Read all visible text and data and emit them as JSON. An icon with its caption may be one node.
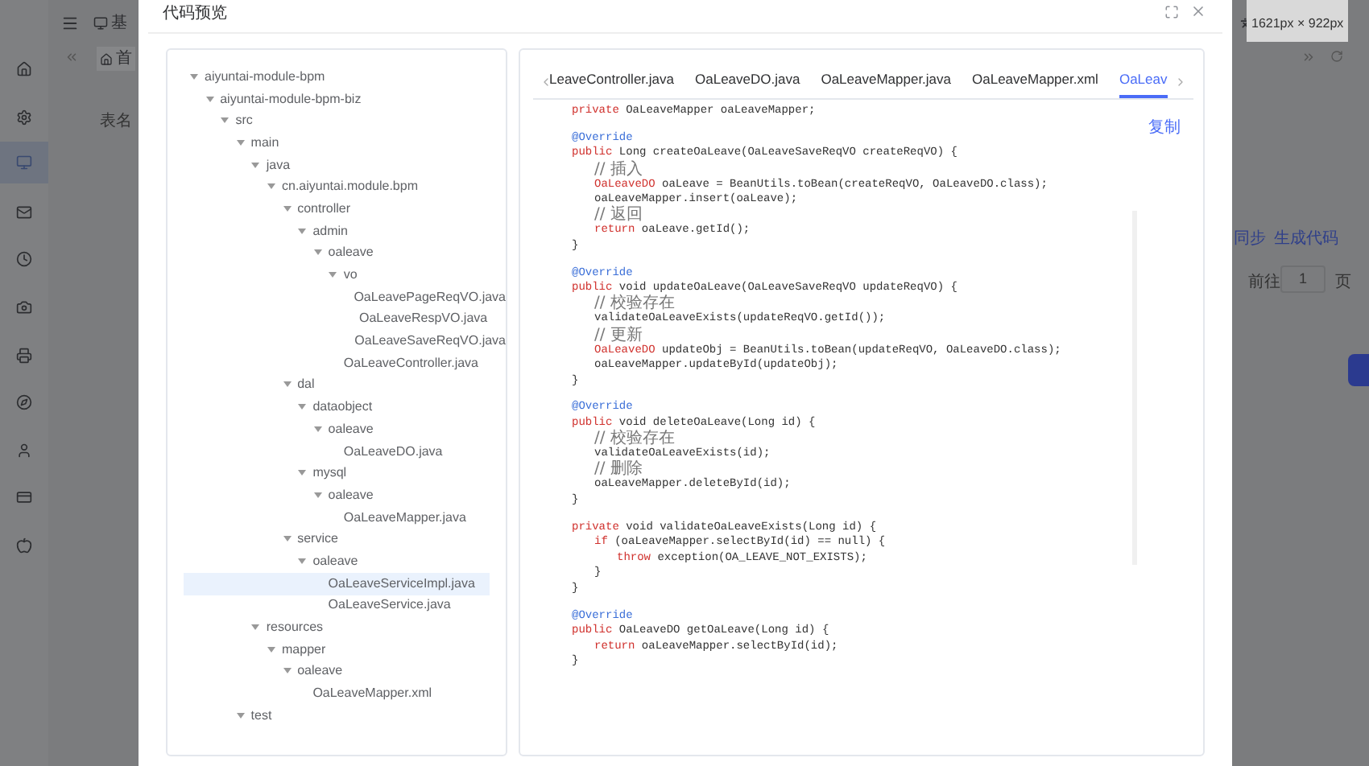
{
  "diagram": {
    "nodes": [
      {
        "text": [
          "代码预览"
        ]
      },
      {
        "text": [],
        "shape": "box",
        "in": 0
      },
      {
        "text": [],
        "shape": "box",
        "in": 0
      }
    ],
    "labels": [
      "基",
      "1621px × 922px",
      "首",
      "表名",
      "同步",
      "生成代码",
      "前往",
      "1",
      "页",
      "aiyuntai-module-bpm",
      "aiyuntai-module-bpm-biz",
      "src",
      "main",
      "java",
      "cn.aiyuntai.module.bpm",
      "controller",
      "admin",
      "oaleave",
      "vo",
      "OaLeavePageReqVO.java",
      "OaLeaveRespVO.java",
      "OaLeaveSaveReqVO.java",
      "OaLeaveController.java",
      "dal",
      "dataobject",
      "oaleave",
      "OaLeaveDO.java",
      "mysql",
      "oaleave",
      "OaLeaveMapper.java",
      "service",
      "oaleave",
      "OaLeaveServiceImpl.java",
      "OaLeaveService.java",
      "resources",
      "mapper",
      "oaleave",
      "OaLeaveMapper.xml",
      "test",
      "LeaveController.java",
      "OaLeaveDO.java",
      "OaLeaveMapper.java",
      "OaLeaveMapper.xml",
      "OaLeav",
      "复制",
      "private OaLeaveMapper oaLeaveMapper;",
      "@Override",
      "public Long createOaLeave(OaLeaveSaveReqVO createReqVO) {",
      "// 插入",
      "OaLeaveDO oaLeave = BeanUtils.toBean(createReqVO, OaLeaveDO.class);",
      "oaLeaveMapper.insert(oaLeave);",
      "// 返回",
      "return oaLeave.getId();",
      "}",
      "@Override",
      "public void updateOaLeave(OaLeaveSaveReqVO updateReqVO) {",
      "// 校验存在",
      "validateOaLeaveExists(updateReqVO.getId());",
      "// 更新",
      "OaLeaveDO updateObj = BeanUtils.toBean(updateReqVO, OaLeaveDO.class);",
      "oaLeaveMapper.updateById(updateObj);",
      "}",
      "@Override",
      "public void deleteOaLeave(Long id) {",
      "// 校验存在",
      "validateOaLeaveExists(id);",
      "// 删除",
      "oaLeaveMapper.deleteById(id);",
      "}",
      "private void validateOaLeaveExists(Long id) {",
      "if (oaLeaveMapper.selectById(id) == null) {",
      "throw exception(OA_LEAVE_NOT_EXISTS);",
      "}",
      "}",
      "@Override",
      "public OaLeaveDO getOaLeave(Long id) {",
      "return oaLeaveMapper.selectById(id);",
      "}"
    ]
  }
}
